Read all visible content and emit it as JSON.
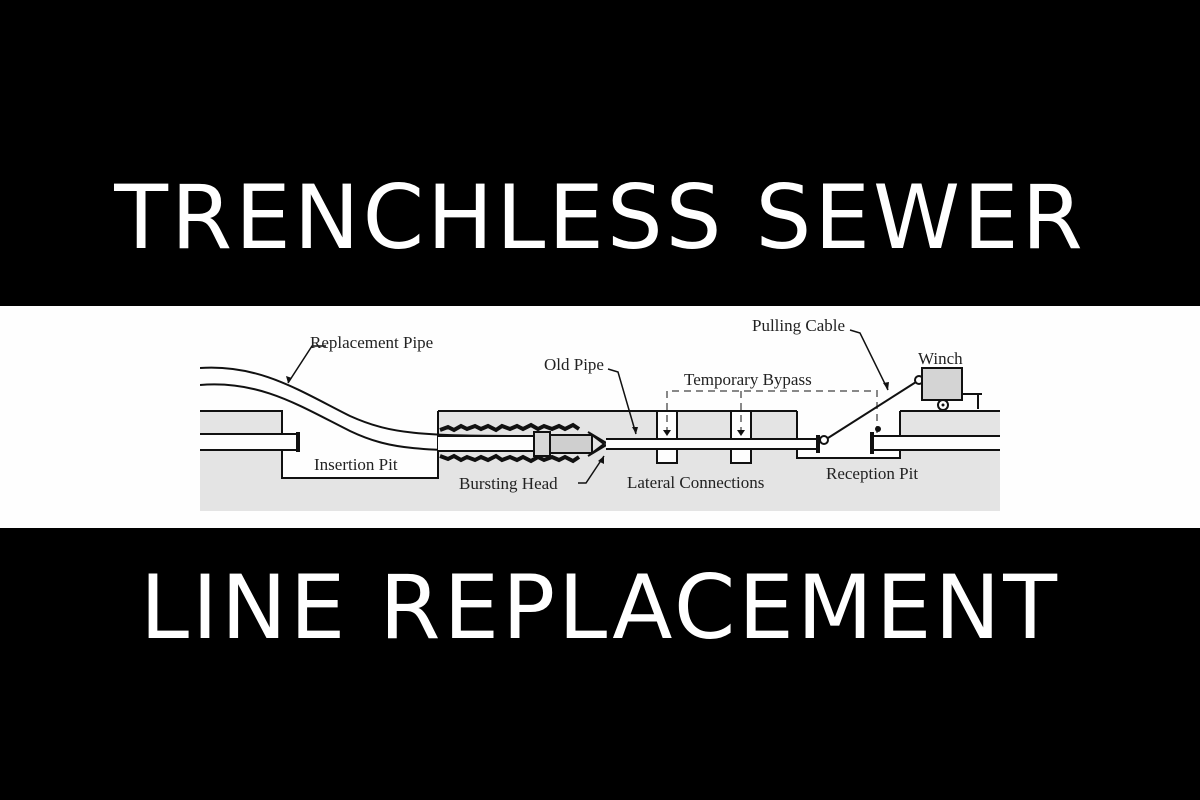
{
  "title": {
    "line1": "TRENCHLESS SEWER",
    "line2": "LINE REPLACEMENT"
  },
  "diagram": {
    "labels": {
      "replacement_pipe": "Replacement Pipe",
      "old_pipe": "Old Pipe",
      "temporary_bypass": "Temporary Bypass",
      "pulling_cable": "Pulling Cable",
      "winch": "Winch",
      "insertion_pit": "Insertion Pit",
      "bursting_head": "Bursting Head",
      "lateral_connections": "Lateral Connections",
      "reception_pit": "Reception Pit"
    },
    "colors": {
      "ground": "#e4e4e4",
      "line": "#111111",
      "background": "#fefefe",
      "bands": "#000000",
      "title_text": "#ffffff"
    }
  }
}
